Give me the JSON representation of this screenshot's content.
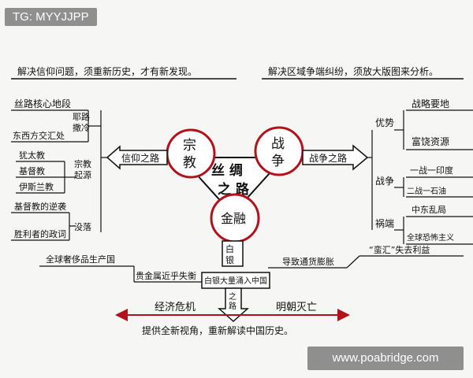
{
  "overlay": {
    "tag": "TG: MYYJJPP",
    "watermark": "www.poabridge.com"
  },
  "headers": {
    "left": "解决信仰问题，须重新历史，才有新发现。",
    "right": "解决区域争端纠纷，须放大版图来分析。"
  },
  "center": {
    "title_a": "丝 绸",
    "title_b": "之 路"
  },
  "nodes": {
    "religion": "宗\n教",
    "war": "战\n争",
    "finance": "金融"
  },
  "arrows": {
    "faith_road": "信仰之路",
    "war_road": "战争之路",
    "silver": "白银"
  },
  "left_tree": {
    "core": "丝路核心地段",
    "jerusalem": "耶路撒冷",
    "crossroads": "东西方交汇处",
    "judaism": "犹太教",
    "christianity": "基督教",
    "islam": "伊斯兰教",
    "origin": "宗教起源",
    "counter": "基督教的逆袭",
    "winner": "胜利者的政词",
    "lost": "没落"
  },
  "right_tree": {
    "advantage": "优势",
    "strategic": "战略要地",
    "rich": "富饶资源",
    "war": "战争",
    "ww1": "一战一印度",
    "ww2": "二战一石油",
    "curse": "祸端",
    "mideast": "中东乱局",
    "terror": "全球恐怖主义"
  },
  "bottom": {
    "luxury": "全球奢侈品生产国",
    "metal": "贵金属近乎失衡",
    "silver_flow": "白银大量涌入中国",
    "inflation": "导致通货膨胀",
    "profit_label": "“蛮汇”失去利益",
    "silver_road": "白银之路",
    "crisis": "经济危机",
    "ming": "明朝灭亡",
    "footer": "提供全新视角，重新解读中国历史。"
  }
}
